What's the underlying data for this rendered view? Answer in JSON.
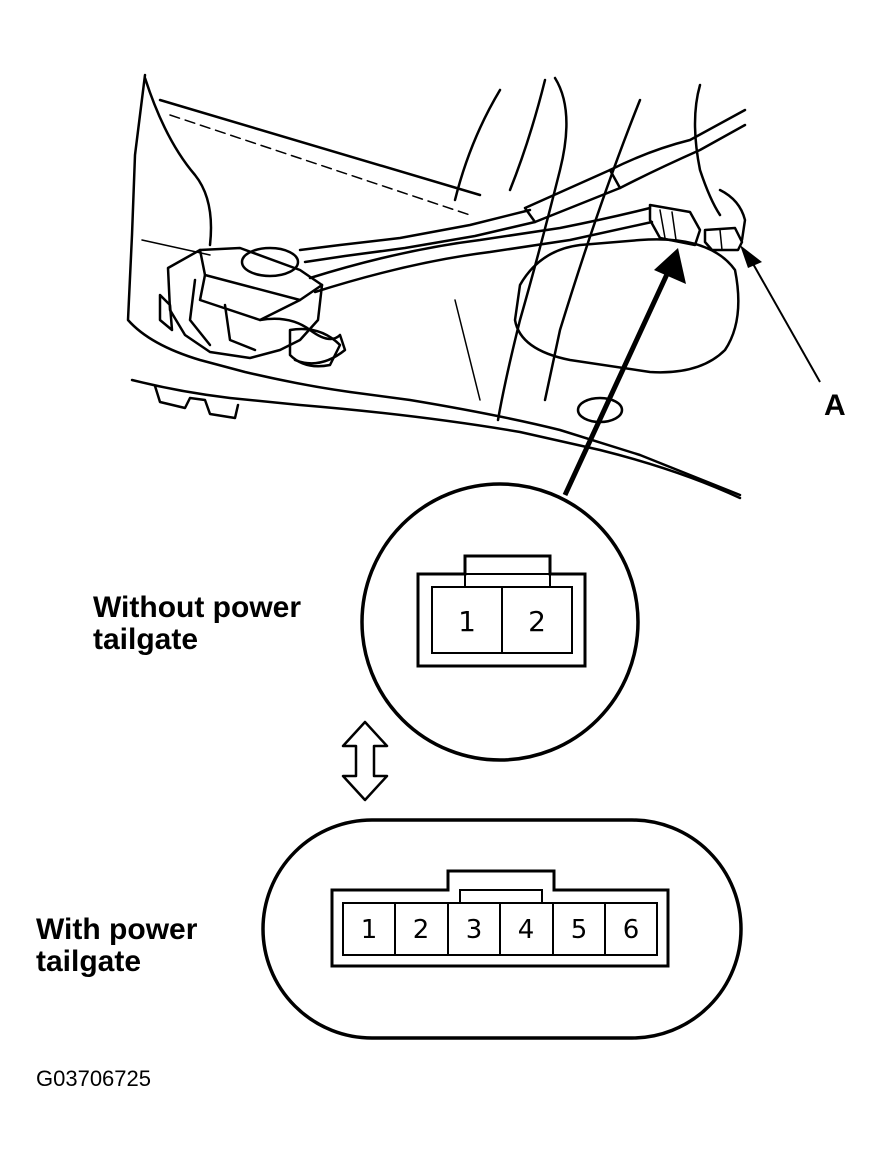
{
  "callouts": {
    "connector_label": "A"
  },
  "views": {
    "without": {
      "label_line1": "Without power",
      "label_line2": "tailgate",
      "pins": [
        "1",
        "2"
      ]
    },
    "with": {
      "label_line1": "With power",
      "label_line2": "tailgate",
      "pins": [
        "1",
        "2",
        "3",
        "4",
        "5",
        "6"
      ]
    }
  },
  "figure_id": "G03706725"
}
